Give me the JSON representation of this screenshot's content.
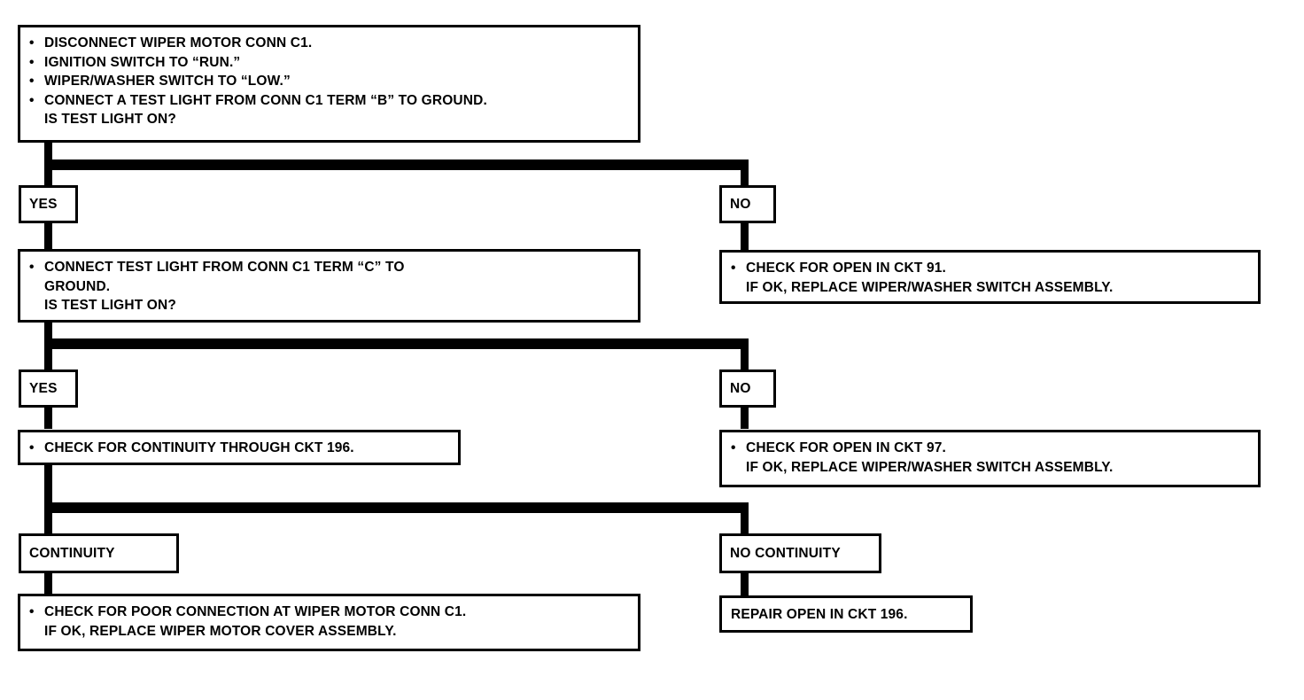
{
  "diagram": {
    "title": "Wiper Motor Circuit Diagnostic Flowchart",
    "colors": {
      "line": "#000000",
      "box_border": "#000000",
      "box_fill": "#ffffff",
      "text": "#000000"
    },
    "steps": {
      "step1": {
        "lines": [
          {
            "bullet": true,
            "text": "DISCONNECT WIPER MOTOR CONN C1."
          },
          {
            "bullet": true,
            "text": "IGNITION SWITCH TO “RUN.”"
          },
          {
            "bullet": true,
            "text": "WIPER/WASHER SWITCH TO “LOW.”"
          },
          {
            "bullet": true,
            "text": "CONNECT A TEST LIGHT FROM CONN C1 TERM “B” TO GROUND."
          },
          {
            "bullet": false,
            "text": "IS TEST LIGHT ON?"
          }
        ]
      },
      "step2_left": {
        "lines": [
          {
            "bullet": true,
            "text": "CONNECT TEST LIGHT FROM CONN C1 TERM “C” TO"
          },
          {
            "bullet": false,
            "text": "GROUND."
          },
          {
            "bullet": false,
            "text": "IS TEST LIGHT ON?"
          }
        ]
      },
      "step2_right": {
        "lines": [
          {
            "bullet": true,
            "text": "CHECK FOR OPEN IN CKT 91."
          },
          {
            "bullet": false,
            "text": "IF OK, REPLACE WIPER/WASHER SWITCH ASSEMBLY."
          }
        ]
      },
      "step3_left": {
        "lines": [
          {
            "bullet": true,
            "text": "CHECK FOR CONTINUITY THROUGH CKT 196."
          }
        ]
      },
      "step3_right": {
        "lines": [
          {
            "bullet": true,
            "text": "CHECK FOR OPEN IN CKT 97."
          },
          {
            "bullet": false,
            "text": "IF OK, REPLACE WIPER/WASHER SWITCH ASSEMBLY."
          }
        ]
      },
      "step4_left": {
        "lines": [
          {
            "bullet": true,
            "text": "CHECK FOR POOR CONNECTION AT WIPER MOTOR CONN C1."
          },
          {
            "bullet": false,
            "text": "IF OK, REPLACE WIPER MOTOR COVER ASSEMBLY."
          }
        ]
      },
      "step4_right": {
        "lines": [
          {
            "bullet": false,
            "text": "REPAIR OPEN IN CKT 196."
          }
        ]
      }
    },
    "branch_labels": {
      "yes_1": "YES",
      "no_1": "NO",
      "yes_2": "YES",
      "no_2": "NO",
      "continuity": "CONTINUITY",
      "no_continuity": "NO CONTINUITY"
    }
  }
}
